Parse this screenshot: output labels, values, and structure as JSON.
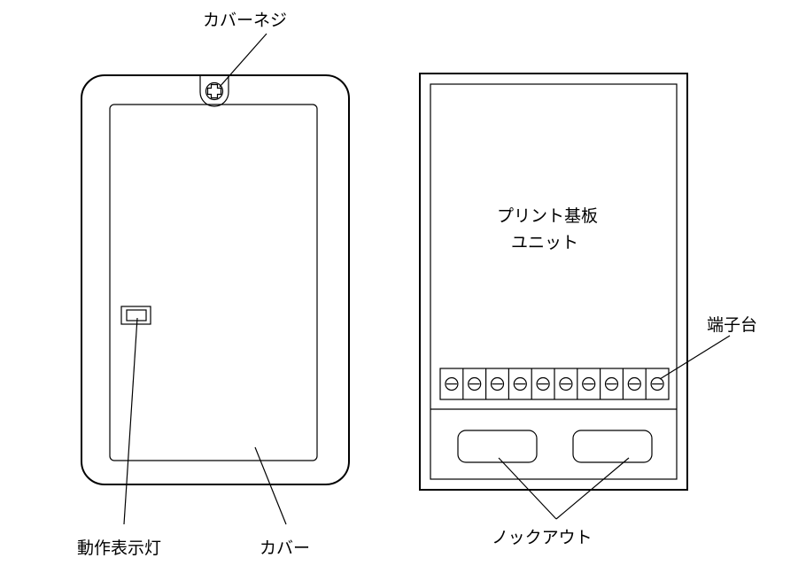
{
  "labels": {
    "cover_screw": "カバーネジ",
    "indicator_lamp": "動作表示灯",
    "cover": "カバー",
    "pcb_unit_line1": "プリント基板",
    "pcb_unit_line2": "ユニット",
    "terminal_block": "端子台",
    "knockout": "ノックアウト"
  },
  "terminal_count": 10,
  "colors": {
    "line": "#000000",
    "background": "#ffffff"
  },
  "icons": {
    "cover_screw": "phillips-screw-icon",
    "terminal": "slotted-screw-terminal-icon"
  }
}
